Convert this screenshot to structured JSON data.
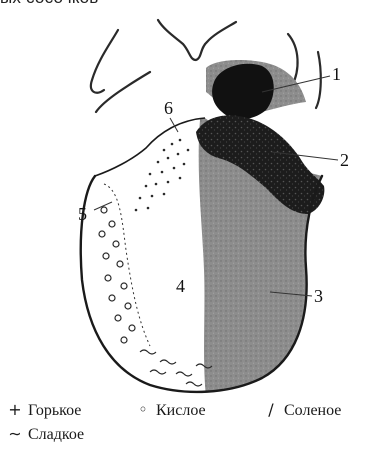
{
  "top_caption": "ых сосочков",
  "labels": {
    "l1": "1",
    "l2": "2",
    "l3": "3",
    "l4": "4",
    "l5": "5",
    "l6": "6"
  },
  "legend": [
    {
      "symbol": "+",
      "text": "Горькое"
    },
    {
      "symbol": "◦",
      "text": "Кислое"
    },
    {
      "symbol": "/",
      "text": "Соленое"
    },
    {
      "symbol": "∼",
      "text": "Сладкое"
    }
  ]
}
